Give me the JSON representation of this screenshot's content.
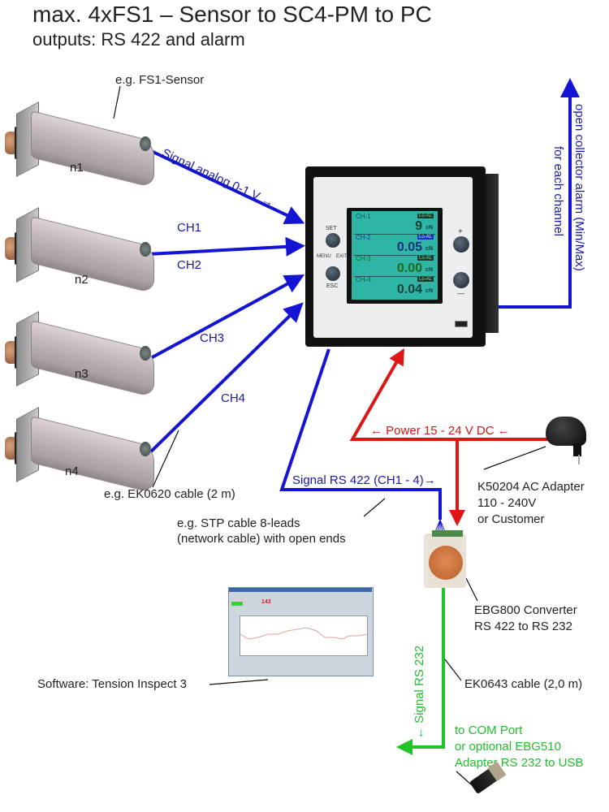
{
  "header": {
    "title": "max. 4xFS1 – Sensor to SC4-PM to PC",
    "subtitle": "outputs: RS 422 and alarm"
  },
  "colors": {
    "signal_blue": "#1414d4",
    "label_blue": "#1a1aa6",
    "power_red": "#e01515",
    "rs232_green": "#22c42c",
    "lcd_teal": "#2fb5a6"
  },
  "sensors": {
    "callout": "e.g. FS1-Sensor",
    "items": [
      {
        "label": "n1"
      },
      {
        "label": "n2"
      },
      {
        "label": "n3"
      },
      {
        "label": "n4"
      }
    ],
    "cable_callout": "e.g. EK0620 cable (2 m)"
  },
  "signals": {
    "analog": "Signal analog 0-1 V →",
    "channels": [
      "CH1",
      "CH2",
      "CH3",
      "CH4"
    ],
    "rs422": "Signal RS 422 (CH1 - 4)→",
    "rs232": "← Signal RS 232",
    "alarm_line1": "open collector alarm (Min/Max)",
    "alarm_line2": "for each channel",
    "power": "← Power 15 - 24 V DC ←"
  },
  "device": {
    "buttons": {
      "set": "SET",
      "menu": "MENU",
      "exit": "EXIT",
      "esc": "ESC",
      "plus": "+",
      "minus": "—"
    },
    "lcd": [
      {
        "name": "CH-1",
        "badge": "Lo-AL",
        "value": "9",
        "unit": "cN"
      },
      {
        "name": "CH-2",
        "badge": "Lo-AL",
        "value": "0.05",
        "unit": "cN"
      },
      {
        "name": "CH-3",
        "badge": "Lo-AL",
        "value": "0.00",
        "unit": "cN"
      },
      {
        "name": "CH-4",
        "badge": "Lo-AL",
        "value": "0.04",
        "unit": "cN"
      }
    ]
  },
  "adapter": {
    "line1": "K50204 AC Adapter",
    "line2": "110 - 240V",
    "line3": "or Customer"
  },
  "stp_cable": {
    "line1": "e.g. STP cable 8-leads",
    "line2": "(network cable) with open ends"
  },
  "converter": {
    "line1": "EBG800 Converter",
    "line2": "RS 422 to RS 232"
  },
  "rs232_cable": "EK0643 cable (2,0 m)",
  "software": {
    "label": "Software: Tension Inspect 3",
    "readout": "143"
  },
  "com_port": {
    "line1": "to COM Port",
    "line2": "or optional EBG510",
    "line3": "Adapter RS 232  to USB"
  }
}
